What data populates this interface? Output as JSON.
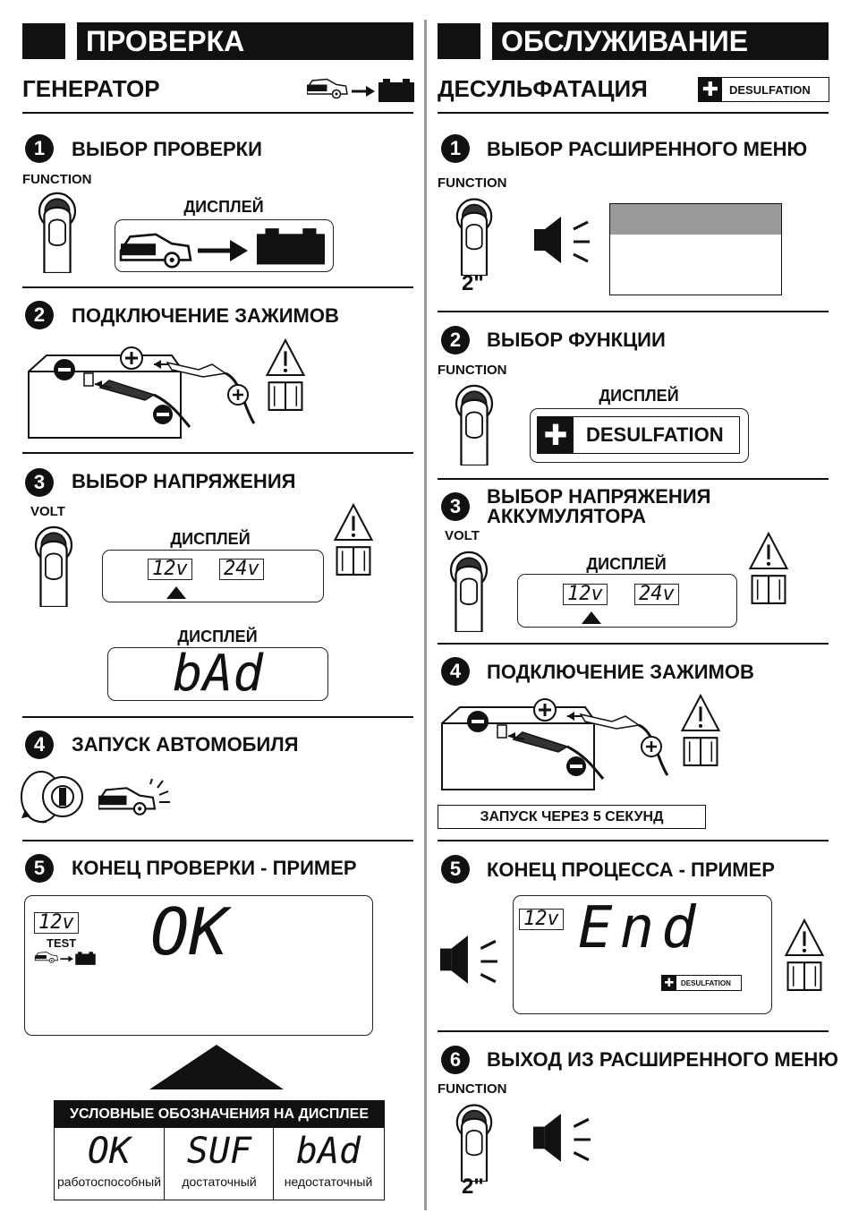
{
  "left": {
    "header": "ПРОВЕРКА",
    "subheader": "ГЕНЕРАТОР",
    "steps": [
      {
        "num": "1",
        "title": "ВЫБОР ПРОВЕРКИ",
        "button": "FUNCTION",
        "display_label": "ДИСПЛЕЙ"
      },
      {
        "num": "2",
        "title": "ПОДКЛЮЧЕНИЕ ЗАЖИМОВ"
      },
      {
        "num": "3",
        "title": "ВЫБОР НАПРЯЖЕНИЯ",
        "button": "VOLT",
        "display_label": "ДИСПЛЕЙ",
        "v12": "12v",
        "v24": "24v",
        "display_label2": "ДИСПЛЕЙ",
        "bad": "bAd"
      },
      {
        "num": "4",
        "title": "ЗАПУСК АВТОМОБИЛЯ"
      },
      {
        "num": "5",
        "title": "КОНЕЦ ПРОВЕРКИ - ПРИМЕР",
        "v12": "12v",
        "test": "TEST",
        "result": "OK"
      }
    ],
    "legend": {
      "title": "УСЛОВНЫЕ ОБОЗНАЧЕНИЯ НА ДИСПЛЕЕ",
      "items": [
        {
          "code": "OK",
          "label": "работоспособный"
        },
        {
          "code": "SUF",
          "label": "достаточный"
        },
        {
          "code": "bAd",
          "label": "недостаточный"
        }
      ]
    }
  },
  "right": {
    "header": "ОБСЛУЖИВАНИЕ",
    "subheader": "ДЕСУЛЬФАТАЦИЯ",
    "badge": "DESULFATION",
    "steps": [
      {
        "num": "1",
        "title": "ВЫБОР РАСШИРЕННОГО МЕНЮ",
        "button": "FUNCTION",
        "hold": "2\""
      },
      {
        "num": "2",
        "title": "ВЫБОР ФУНКЦИИ",
        "button": "FUNCTION",
        "display_label": "ДИСПЛЕЙ",
        "badge": "DESULFATION"
      },
      {
        "num": "3",
        "title_line1": "ВЫБОР НАПРЯЖЕНИЯ",
        "title_line2": "АККУМУЛЯТОРА",
        "button": "VOLT",
        "display_label": "ДИСПЛЕЙ",
        "v12": "12v",
        "v24": "24v"
      },
      {
        "num": "4",
        "title": "ПОДКЛЮЧЕНИЕ ЗАЖИМОВ",
        "note": "ЗАПУСК ЧЕРЕЗ 5 СЕКУНД"
      },
      {
        "num": "5",
        "title": "КОНЕЦ ПРОЦЕССА - ПРИМЕР",
        "v12": "12v",
        "result": "End",
        "badge": "DESULFATION"
      },
      {
        "num": "6",
        "title": "ВЫХОД ИЗ РАСШИРЕННОГО МЕНЮ",
        "button": "FUNCTION",
        "hold": "2\""
      }
    ]
  }
}
